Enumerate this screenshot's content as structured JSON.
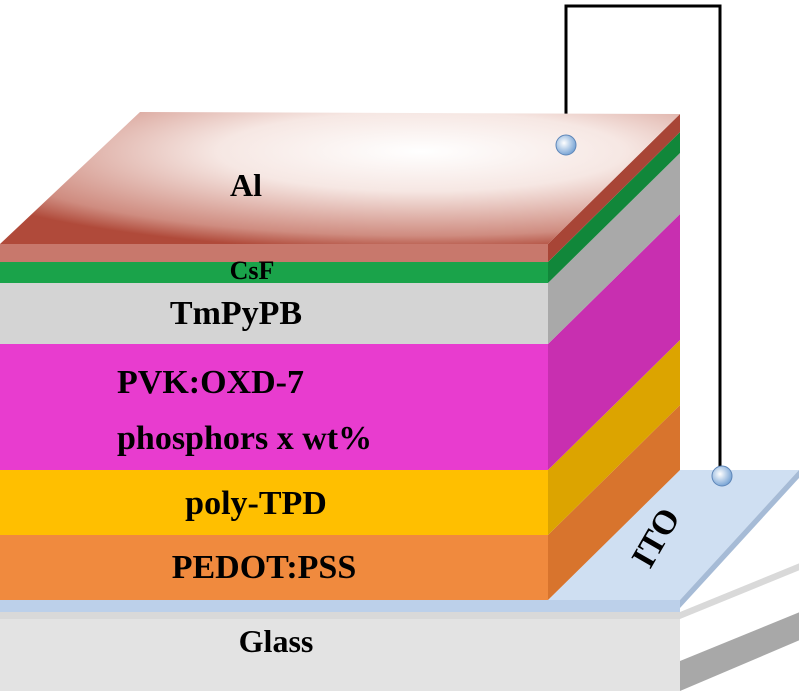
{
  "diagram": {
    "layers": {
      "al": "Al",
      "csf": "CsF",
      "tmpypb": "TmPyPB",
      "pvk_line1": "PVK:OXD-7",
      "pvk_line2": "phosphors x wt%",
      "polytpd": "poly-TPD",
      "pedot": "PEDOT:PSS",
      "ito": "ITO",
      "glass": "Glass"
    },
    "colors": {
      "al_top": "#d89a8e",
      "al_edge": "#b04a3a",
      "csf": "#1aa34a",
      "tmpypb": "#d4d4d4",
      "pvk": "#e83ccf",
      "polytpd": "#ffbf00",
      "pedot": "#f08a3e",
      "ito": "#cfdff2",
      "glass": "#e3e3e3",
      "wire": "#000000",
      "contact": "#bcd4f2"
    }
  }
}
